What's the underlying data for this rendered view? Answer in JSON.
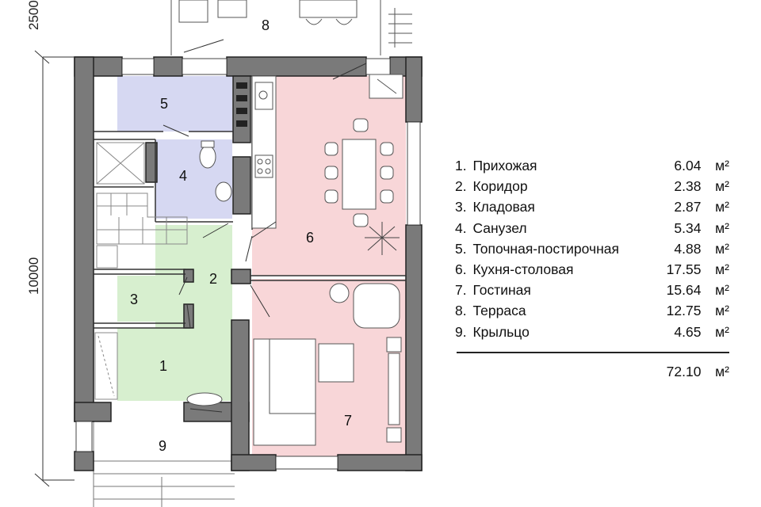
{
  "dimensions": {
    "top": "2500",
    "side": "10000"
  },
  "room_labels": [
    "1",
    "2",
    "3",
    "4",
    "5",
    "6",
    "7",
    "8",
    "9"
  ],
  "legend": {
    "rows": [
      {
        "num": "1.",
        "name": "Прихожая",
        "area": "6.04",
        "unit": "м²"
      },
      {
        "num": "2.",
        "name": "Коридор",
        "area": "2.38",
        "unit": "м²"
      },
      {
        "num": "3.",
        "name": "Кладовая",
        "area": "2.87",
        "unit": "м²"
      },
      {
        "num": "4.",
        "name": "Санузел",
        "area": "5.34",
        "unit": "м²"
      },
      {
        "num": "5.",
        "name": "Топочная-постирочная",
        "area": "4.88",
        "unit": "м²"
      },
      {
        "num": "6.",
        "name": "Кухня-столовая",
        "area": "17.55",
        "unit": "м²"
      },
      {
        "num": "7.",
        "name": "Гостиная",
        "area": "15.64",
        "unit": "м²"
      },
      {
        "num": "8.",
        "name": "Терраса",
        "area": "12.75",
        "unit": "м²"
      },
      {
        "num": "9.",
        "name": "Крыльцо",
        "area": "4.65",
        "unit": "м²"
      }
    ],
    "total": {
      "area": "72.10",
      "unit": "м²"
    }
  },
  "colors": {
    "wall": "#7a7a7a",
    "room_blue": "#d6d8f2",
    "room_green": "#d7efcf",
    "room_pink": "#f8d6d8",
    "line": "#333333"
  }
}
